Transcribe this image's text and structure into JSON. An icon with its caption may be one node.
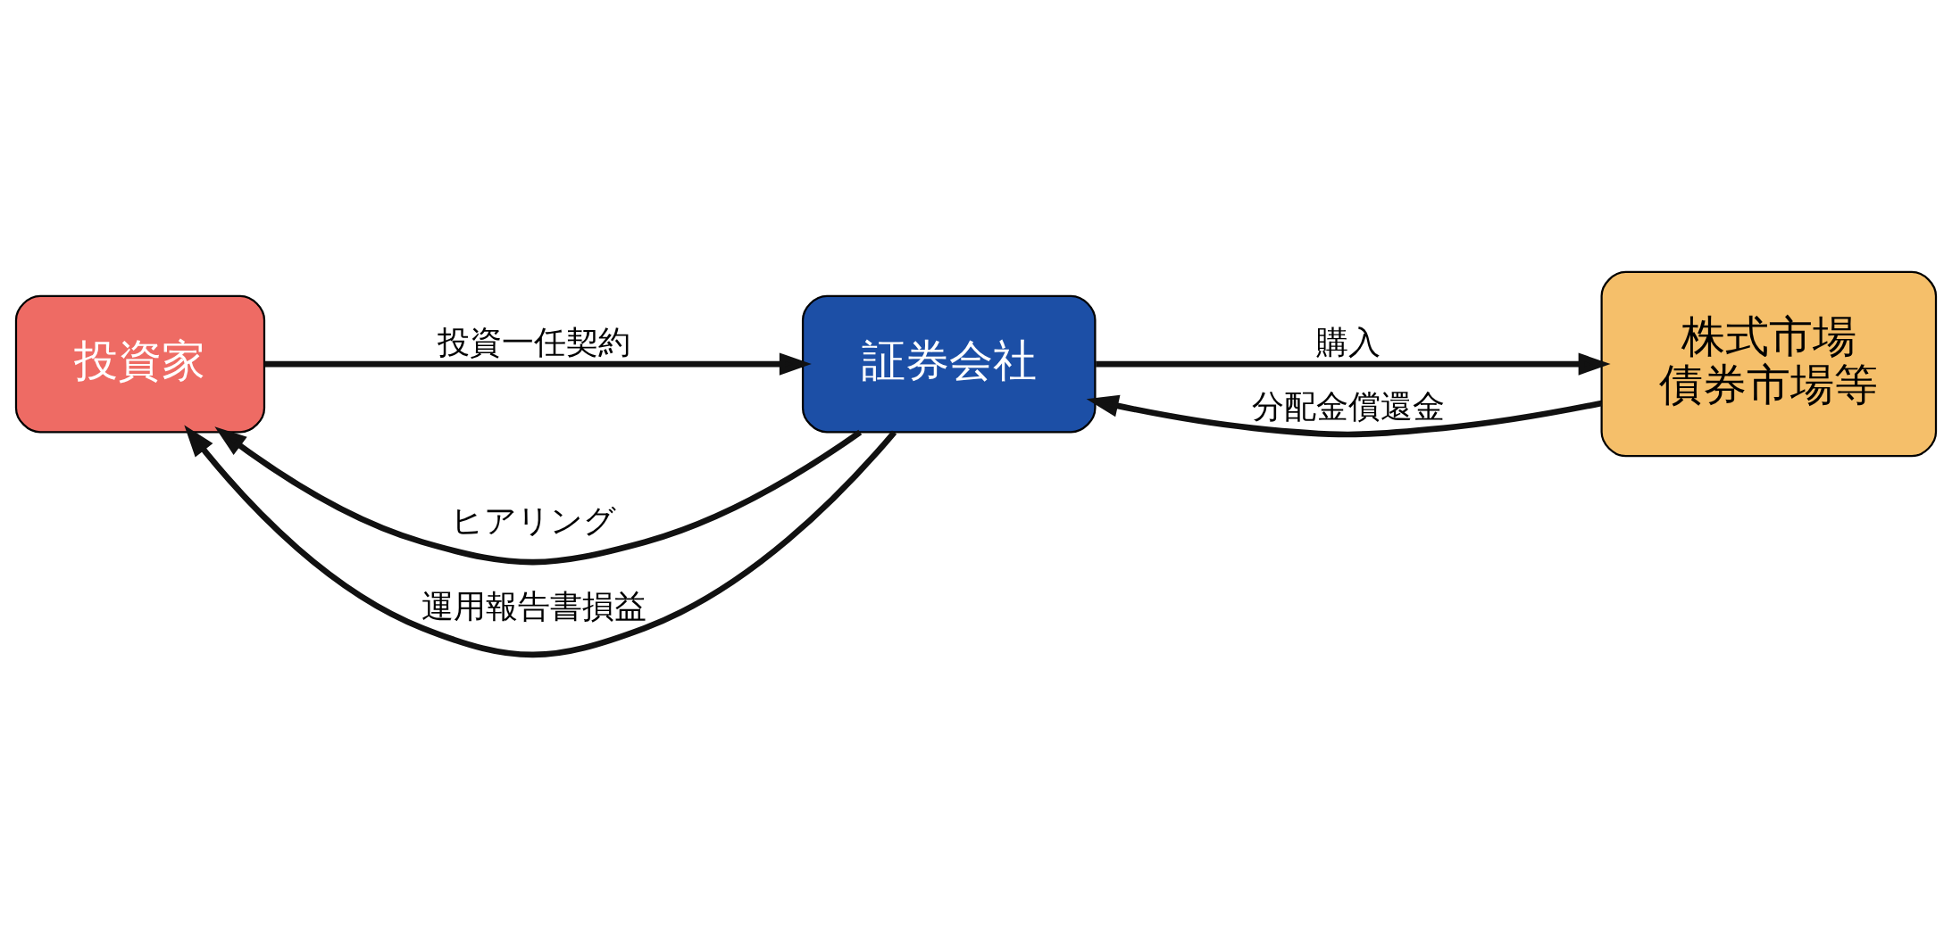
{
  "diagram": {
    "nodes": [
      {
        "text": [
          "投資家"
        ]
      },
      {
        "text": [
          "証券会社"
        ]
      },
      {
        "text": [
          "株式市場",
          "債券市場等"
        ]
      }
    ],
    "edges": [
      {
        "from": 1,
        "to": 0,
        "arrow": "to",
        "label": "ヒアリング"
      },
      {
        "from": 0,
        "to": 1,
        "arrow": "to",
        "label": "投資一任契約"
      },
      {
        "from": 1,
        "to": 0,
        "arrow": "to",
        "label": "運用報告書損益"
      },
      {
        "from": 1,
        "to": 2,
        "arrow": "to",
        "label": "購入"
      },
      {
        "from": 2,
        "to": 1,
        "arrow": "to",
        "label": "分配金償還金"
      }
    ]
  }
}
